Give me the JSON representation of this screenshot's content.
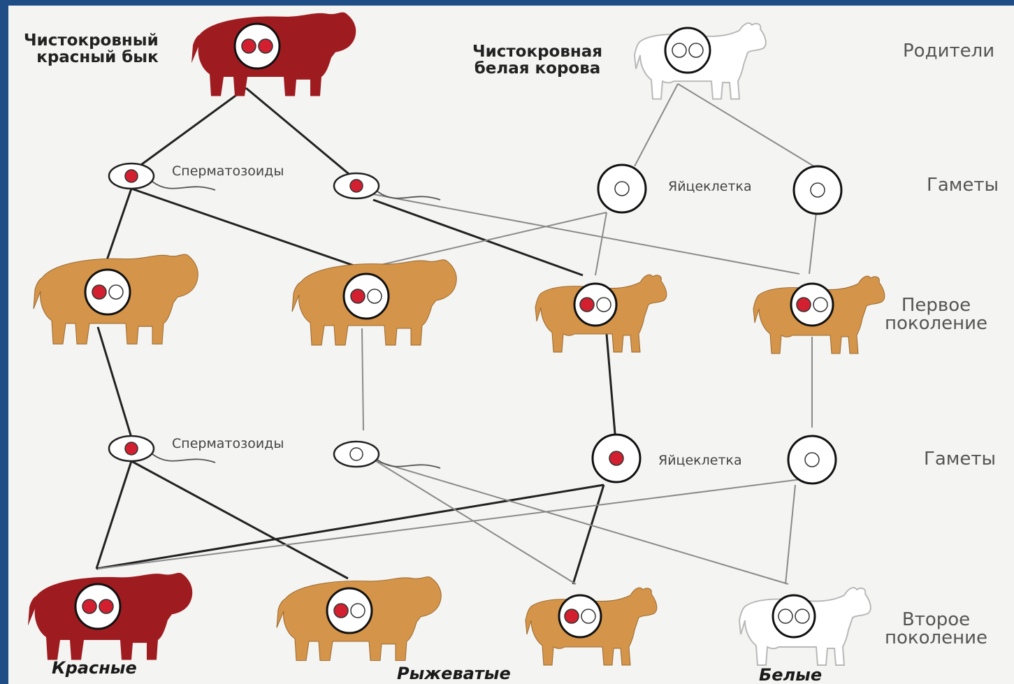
{
  "labels": {
    "parent_bull": [
      "Чистокровный",
      "красный бык"
    ],
    "parent_cow": [
      "Чистокровная",
      "белая корова"
    ],
    "sperm_1": "Сперматозоиды",
    "egg_1": "Яйцеклетка",
    "sperm_2": "Сперматозоиды",
    "egg_2": "Яйцеклетка"
  },
  "row_labels": {
    "parents": "Родители",
    "gametes_1": "Гаметы",
    "first_gen": [
      "Первое",
      "поколение"
    ],
    "gametes_2": "Гаметы",
    "second_gen": [
      "Второе",
      "поколение"
    ]
  },
  "bottom_labels": {
    "red": "Красные",
    "roan": "Рыжеватые",
    "white": "Белые"
  },
  "colors": {
    "red_animal": "#9e1c20",
    "roan_animal": "#d4944a",
    "white_animal": "#ffffff",
    "allele_red": "#d32030",
    "allele_white": "#ffffff",
    "line_dark": "#222222",
    "line_light": "#8a8a8a"
  }
}
